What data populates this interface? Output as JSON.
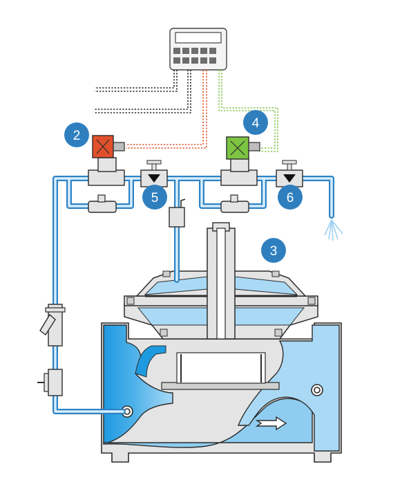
{
  "colors": {
    "pipe_blue": "#2c83c6",
    "water_light": "#a9d9f5",
    "water_mid": "#7fc3ec",
    "inlet_blue": "#1e9ae0",
    "badge_blue": "#2f7fbf",
    "solenoid_red": "#e0502b",
    "solenoid_green": "#7cc442",
    "wire_red": "#e0502b",
    "wire_green": "#7cc442",
    "wire_black": "#222222",
    "body_gray": "#e4e4e4",
    "outline": "#2b2b2b"
  },
  "badges": [
    {
      "id": "2",
      "label": "2"
    },
    {
      "id": "3",
      "label": "3"
    },
    {
      "id": "4",
      "label": "4"
    },
    {
      "id": "5",
      "label": "5"
    },
    {
      "id": "6",
      "label": "6"
    }
  ],
  "icons": {
    "controller": "controller-icon",
    "flow_arrow": "flow-direction-arrow-icon",
    "spray": "water-spray-icon"
  }
}
